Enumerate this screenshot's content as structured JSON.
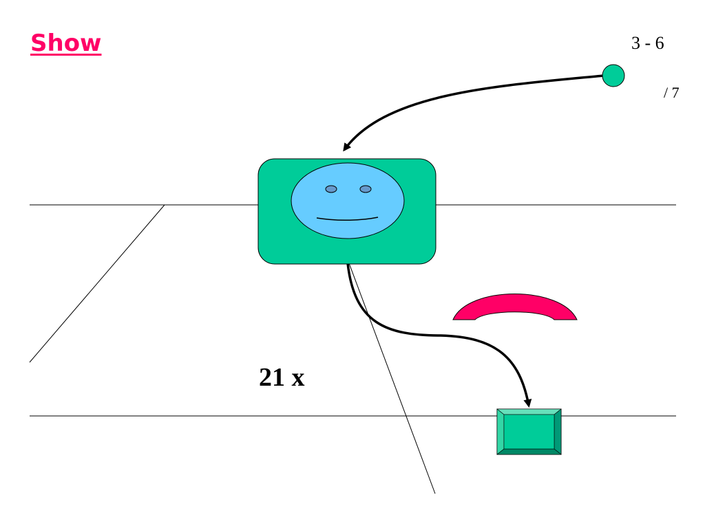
{
  "title": "Show",
  "slide_number": "3 - 6",
  "slide_total": "/ 7",
  "repeat_count": "21 x",
  "colors": {
    "title": "#ff0066",
    "teal": "#00cc99",
    "face": "#66ccff",
    "eye": "#6699cc",
    "receiver": "#ff0066",
    "line": "#000000"
  },
  "icons": {
    "start": "start-node-icon",
    "person": "person-face-icon",
    "receiver": "telephone-receiver-icon",
    "target": "target-box-icon"
  }
}
